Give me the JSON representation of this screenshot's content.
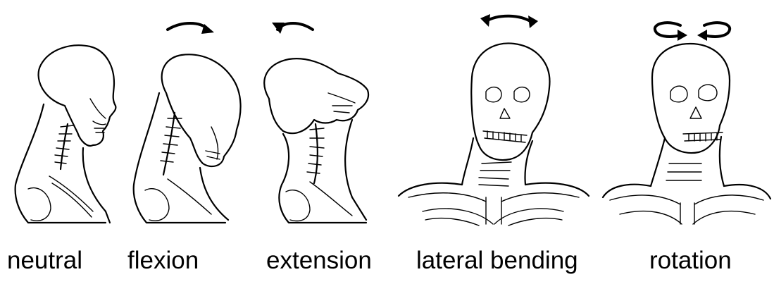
{
  "figure": {
    "panels": [
      {
        "id": "neutral",
        "label": "neutral",
        "view": "side",
        "motion_arrow": "none"
      },
      {
        "id": "flexion",
        "label": "flexion",
        "view": "side",
        "motion_arrow": "forward-curve"
      },
      {
        "id": "extension",
        "label": "extension",
        "view": "side",
        "motion_arrow": "backward-curve"
      },
      {
        "id": "lateral-bending",
        "label": "lateral bending",
        "view": "front",
        "motion_arrow": "double-curve"
      },
      {
        "id": "rotation",
        "label": "rotation",
        "view": "front",
        "motion_arrow": "circular"
      }
    ]
  }
}
